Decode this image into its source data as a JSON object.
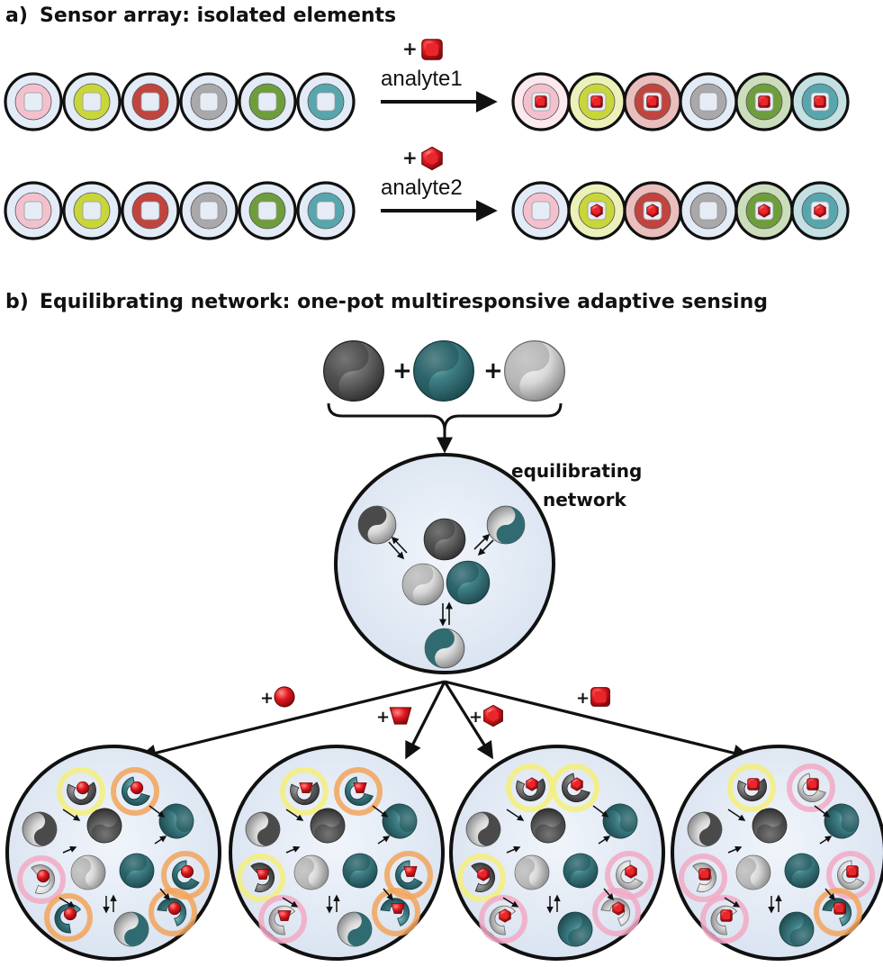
{
  "panel_a": {
    "label": "a)",
    "title": "Sensor array: isolated elements",
    "rows": [
      {
        "plus": "+",
        "analyte_label": "analyte1",
        "analyte_shape": "cube-icon",
        "sensor_colors": [
          "#f3c1cd",
          "#c9d63a",
          "#c2443f",
          "#a9a9ab",
          "#6e9e3b",
          "#57a6ae"
        ],
        "bound_states": [
          true,
          true,
          true,
          false,
          true,
          true
        ]
      },
      {
        "plus": "+",
        "analyte_label": "analyte2",
        "analyte_shape": "hexagon-icon",
        "sensor_colors": [
          "#f3c1cd",
          "#c9d63a",
          "#c2443f",
          "#a9a9ab",
          "#6e9e3b",
          "#57a6ae"
        ],
        "bound_states": [
          false,
          true,
          true,
          false,
          true,
          true
        ]
      }
    ]
  },
  "panel_b": {
    "label": "b)",
    "title": "Equilibrating network: one-pot multiresponsive adaptive sensing",
    "building_blocks": [
      "dark-gray-block-icon",
      "teal-block-icon",
      "white-block-icon"
    ],
    "plus": "+",
    "network_label_line1": "equilibrating",
    "network_label_line2": "network",
    "branches": [
      {
        "plus": "+",
        "analyte_shape": "sphere-icon"
      },
      {
        "plus": "+",
        "analyte_shape": "trapezoid-icon"
      },
      {
        "plus": "+",
        "analyte_shape": "hexagon-icon"
      },
      {
        "plus": "+",
        "analyte_shape": "cube-icon"
      }
    ]
  },
  "colors": {
    "analyte_red": "#d7161b",
    "well_fill": "#e3ebf6",
    "teal": "#3f8087",
    "dark_gray": "#6a6a6a",
    "highlight_yellow": "#f4ef7a",
    "highlight_orange": "#f2a45a",
    "highlight_pink": "#f2a9c4"
  }
}
